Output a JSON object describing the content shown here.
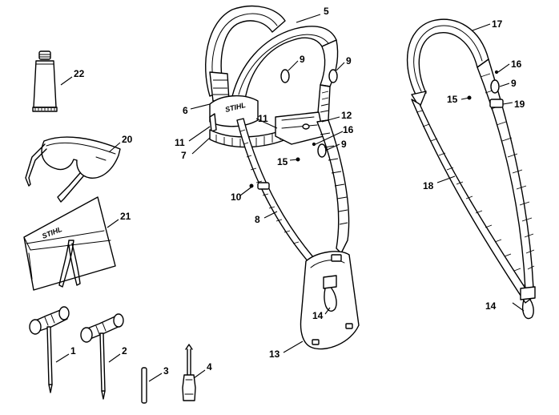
{
  "brand": "STIHL",
  "part_numbers": {
    "p1": "1",
    "p2": "2",
    "p3": "3",
    "p4": "4",
    "p5": "5",
    "p6": "6",
    "p7": "7",
    "p8": "8",
    "p9": "9",
    "p10": "10",
    "p11": "11",
    "p12": "12",
    "p13": "13",
    "p14": "14",
    "p15": "15",
    "p16": "16",
    "p17": "17",
    "p18": "18",
    "p19": "19",
    "p20": "20",
    "p21": "21",
    "p22": "22"
  }
}
